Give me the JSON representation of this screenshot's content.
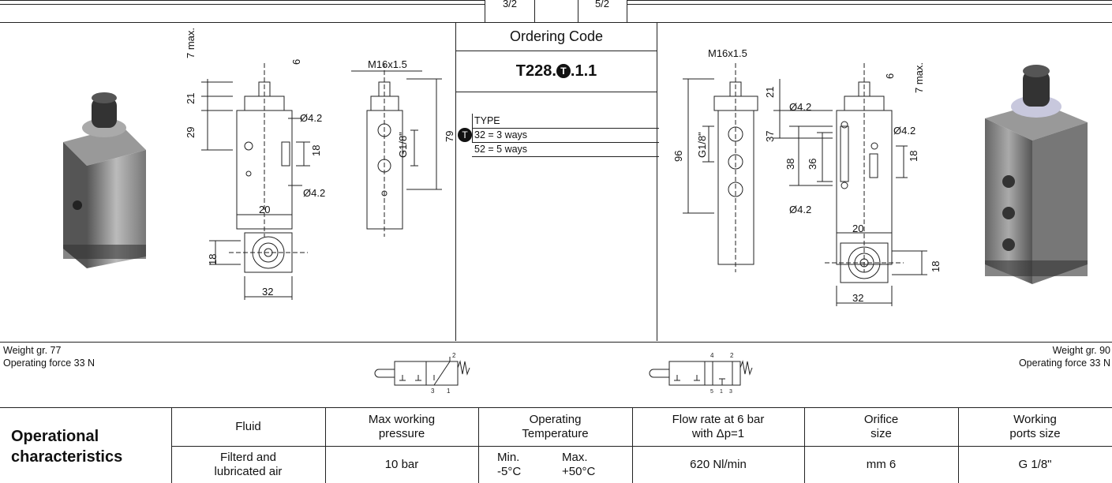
{
  "top_tabs": [
    "3/2",
    "5/2"
  ],
  "ordering": {
    "title": "Ordering Code",
    "code_prefix": "T228.",
    "code_symbol": "T",
    "code_suffix": ".1.1",
    "type_header": "TYPE",
    "type_options": [
      "32 = 3 ways",
      "52 = 5 ways"
    ]
  },
  "left_drawing": {
    "dims": [
      "7 max.",
      "6",
      "21",
      "29",
      "Ø4.2",
      "18",
      "Ø4.2",
      "20",
      "18",
      "32",
      "M16x1.5",
      "G1/8\"",
      "79"
    ]
  },
  "right_drawing": {
    "dims": [
      "M16x1.5",
      "6",
      "7 max.",
      "21",
      "Ø4.2",
      "Ø4.2",
      "96",
      "G1/8\"",
      "37",
      "38",
      "36",
      "18",
      "Ø4.2",
      "20",
      "18",
      "32"
    ]
  },
  "left_info": {
    "weight": "Weight gr. 77",
    "force": "Operating force 33 N"
  },
  "right_info": {
    "weight": "Weight gr. 90",
    "force": "Operating force 33 N"
  },
  "symbol_left_ports": [
    "2",
    "3",
    "1"
  ],
  "symbol_right_ports": [
    "4",
    "2",
    "5",
    "1",
    "3"
  ],
  "table": {
    "title": "Operational\ncharacteristics",
    "headers": [
      "Fluid",
      "Max working\npressure",
      "Operating\nTemperature",
      "Flow rate at 6 bar\nwith Δp=1",
      "Orifice\nsize",
      "Working\nports size"
    ],
    "values": [
      "Filterd and\nlubricated air",
      "10 bar",
      "",
      "620 Nl/min",
      "mm 6",
      "G 1/8\""
    ],
    "temp_min": "Min.\n-5°C",
    "temp_max": "Max.\n+50°C"
  }
}
